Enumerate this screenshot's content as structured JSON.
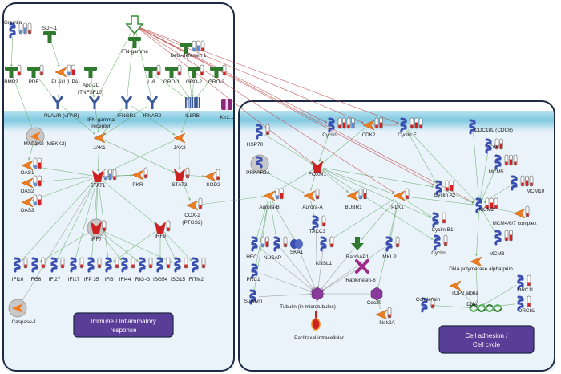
{
  "panels": {
    "left_label": [
      "Immune / Inflammatory",
      "response"
    ],
    "right_label": [
      "Cell adhesion /",
      "Cell cycle"
    ]
  },
  "nodes": {
    "gremlin": "Gremlin",
    "sdf1": "SDF-1",
    "ifng": "IFN-gamma",
    "bdef": "Beta-defensin 1",
    "bmp2": "BMP2",
    "pdf": "PDF",
    "plau": "PLAU (UPA)",
    "apo2l": "Apo-2L",
    "tnfsf10": "(TNFSF10)",
    "il8": "IL-8",
    "gro1": "GRO-1",
    "gro2": "GRO-2",
    "gro3": "GRO-3",
    "plaur": "PLAUR (uPAR)",
    "ifngr_rec1": "IFN-gamma",
    "ifngr_rec2": "receptor",
    "ifngr1": "IFNGR1",
    "ifnar2": "IFNAR2",
    "il8rb": "IL8RB",
    "kir21": "Kir2.1",
    "map3k2": "MAP3K2 (MEKK2)",
    "jak1": "JAK1",
    "jak2": "JAK2",
    "oas1": "OAS1",
    "oas2": "OAS2",
    "oas3": "OAS3",
    "stat1": "STAT1",
    "pkr": "PKR",
    "stat3": "STAT3",
    "sod2": "SOD2",
    "cox2": "COX-2",
    "ptgs2": "(PTGS2)",
    "irf7": "IRF7",
    "irf9": "IRF9",
    "ifi16": "IFI16",
    "ifi56": "IFI56",
    "ifi27": "IFI27",
    "ifi17": "IFI17",
    "ifp35": "IFP 35",
    "ifi6": "IFI6",
    "ifi44": "IFI44",
    "rigg": "RIG-G",
    "isg54": "ISG54",
    "isg15": "ISG15",
    "ifitm2": "IFITM2",
    "casp1": "Caspase-1",
    "hsp70": "HSP70",
    "prkar2a": "PRKAR2A",
    "cyclin": "Cyclin",
    "cdk2": "CDK2",
    "cycline": "Cyclin E",
    "cdc18l": "CDC18L (CDC6)",
    "cdt1": "Cdt1",
    "mcm5": "MCM5",
    "mcm10": "MCM10",
    "foxm1": "FOXM1",
    "aurb": "Aurora-B",
    "aura": "Aurora-A",
    "bubr1": "BUBR1",
    "plk1": "PLK1",
    "cyca2": "Cyclin A2",
    "mcm2": "MCM2",
    "mcm467": "MCM4/6/7 complex",
    "cycb1": "Cyclin B1",
    "cyclinr": "Cyclin",
    "mcm3": "MCM3",
    "tacc3": "TACC3",
    "hec": "HEC",
    "nusap": "NUSAP",
    "ska1": "SKA1",
    "knsl1": "KNSL1",
    "racgap1": "RacGAP1",
    "mklp": "MKLP",
    "rabk6": "Rabkinesin-6",
    "prc1": "PRC1",
    "survivin": "Survivin",
    "tubulin": "Tubulin (in microtubules)",
    "pacli": "Paclitaxel intracellular",
    "cdc20": "Cdc20",
    "nek2a": "Nek2A",
    "condensin": "Condensin",
    "dna": "DNA",
    "dnapol": "DNA polymerase alpha/prim",
    "top2a": "TOP2 alpha",
    "orc1l": "ORC1L",
    "orc6l": "ORC6L"
  },
  "colors": {
    "membrane_top": "#7fc8e0",
    "cytoplasm": "#e8f2fa",
    "panel_border": "#1c2a44",
    "label_box": "#5a3d96",
    "orange": "#f07c20",
    "red_node": "#cc2222",
    "green_node": "#2f7a2f",
    "blue_node": "#3a4fb0",
    "edge_green": "#5aa05a",
    "edge_red": "#c04848",
    "edge_grey": "#8a8a8a"
  }
}
